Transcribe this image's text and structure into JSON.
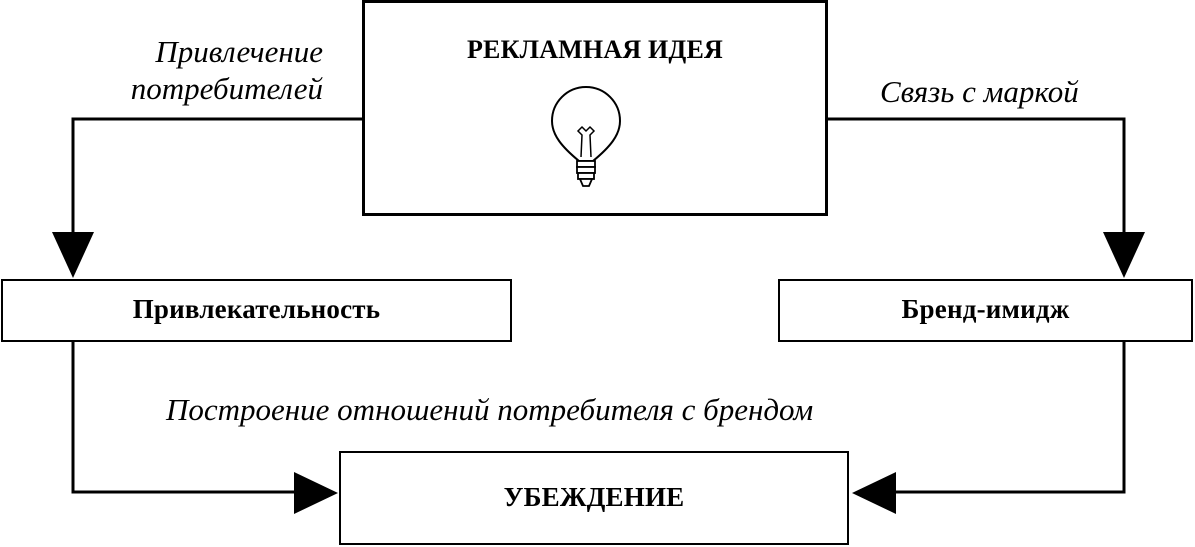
{
  "diagram": {
    "idea_box": {
      "title": "РЕКЛАМНАЯ ИДЕЯ",
      "icon": "lightbulb-icon"
    },
    "attractiveness_box": {
      "title": "Привлекательность"
    },
    "brand_image_box": {
      "title": "Бренд-имидж"
    },
    "persuasion_box": {
      "title": "УБЕЖДЕНИЕ"
    },
    "captions": {
      "left_line1": "Привлечение",
      "left_line2": "потребителей",
      "right": "Связь с маркой",
      "bottom": "Построение отношений потребителя с брендом"
    },
    "colors": {
      "stroke": "#000000",
      "background": "#ffffff"
    }
  }
}
